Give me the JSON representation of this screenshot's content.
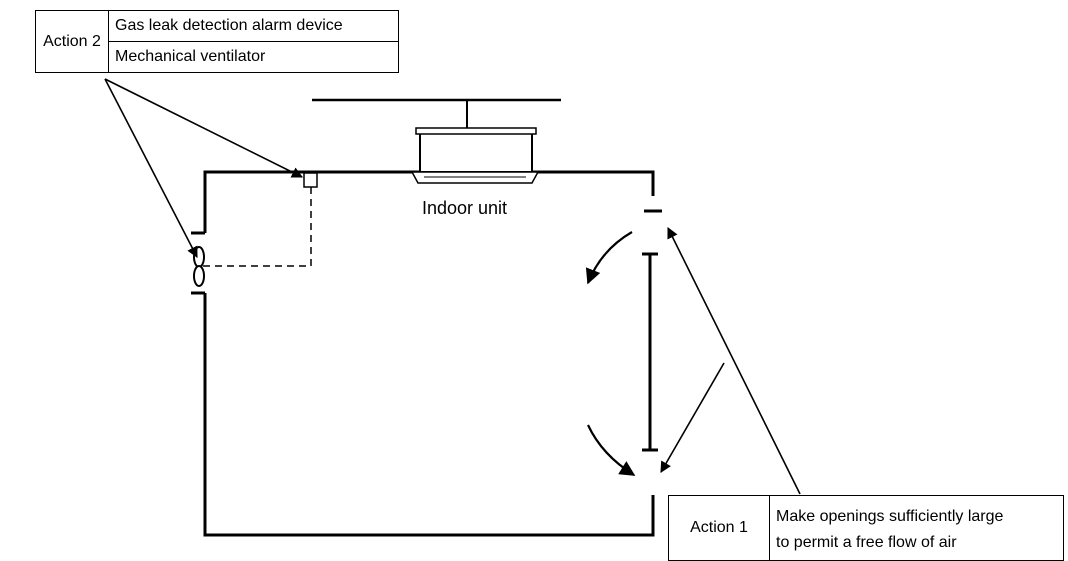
{
  "action2": {
    "label": "Action 2",
    "items": [
      "Gas leak detection alarm device",
      "Mechanical ventilator"
    ]
  },
  "indoor_unit_label": "Indoor unit",
  "action1": {
    "label": "Action 1",
    "line1": "Make openings sufficiently large",
    "line2": "to permit a free flow of air"
  }
}
